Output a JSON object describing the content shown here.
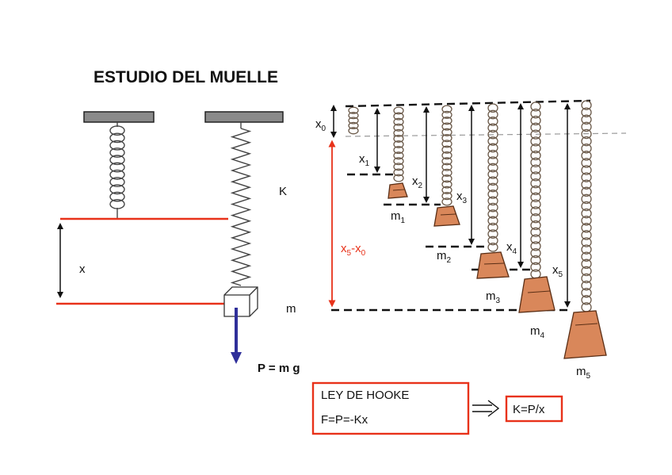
{
  "title": "ESTUDIO DEL MUELLE",
  "left": {
    "k_label": "K",
    "x_label": "x",
    "m_label": "m",
    "weight_label": "P = m g"
  },
  "right": {
    "displacements": [
      {
        "base": "x",
        "sub": "0"
      },
      {
        "base": "x",
        "sub": "1"
      },
      {
        "base": "x",
        "sub": "2"
      },
      {
        "base": "x",
        "sub": "3"
      },
      {
        "base": "x",
        "sub": "4"
      },
      {
        "base": "x",
        "sub": "5"
      }
    ],
    "masses": [
      {
        "base": "m",
        "sub": "1"
      },
      {
        "base": "m",
        "sub": "2"
      },
      {
        "base": "m",
        "sub": "3"
      },
      {
        "base": "m",
        "sub": "4"
      },
      {
        "base": "m",
        "sub": "5"
      }
    ],
    "diff_label": {
      "a": "x",
      "a_sub": "5",
      "op": "-",
      "b": "x",
      "b_sub": "0"
    }
  },
  "hooke": {
    "line1": "LEY DE HOOKE",
    "line2": "F=P=-Kx",
    "result": "K=P/x"
  },
  "colors": {
    "red": "#e8321a",
    "arrow_blue": "#2f2f9a",
    "mass_brown": "#d9875a",
    "ceiling_grey": "#8a8a8a"
  },
  "icons": {
    "implies": "double-arrow-right-icon"
  }
}
